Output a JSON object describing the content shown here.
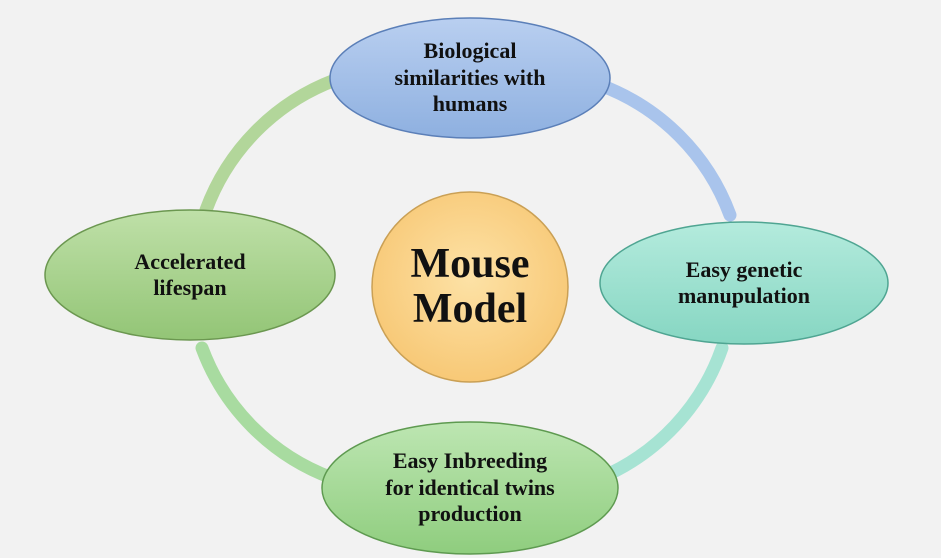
{
  "diagram": {
    "center": {
      "label": "Mouse\nModel"
    },
    "nodes": {
      "top": {
        "label": "Biological\nsimilarities with\nhumans"
      },
      "right": {
        "label": "Easy genetic\nmanupulation"
      },
      "bottom": {
        "label": "Easy Inbreeding\nfor identical twins\nproduction"
      },
      "left": {
        "label": "Accelerated\nlifespan"
      }
    },
    "colors": {
      "background": "#f2f2f2",
      "top_fill": "#9dbbe6",
      "right_fill": "#99e0cf",
      "bottom_fill": "#a4d995",
      "left_fill": "#a8d48e",
      "center_fill": "#fbd48a",
      "ring_blue": "#a9c4ec",
      "ring_teal": "#a6e3d3",
      "ring_green": "#a8d8a0"
    }
  }
}
